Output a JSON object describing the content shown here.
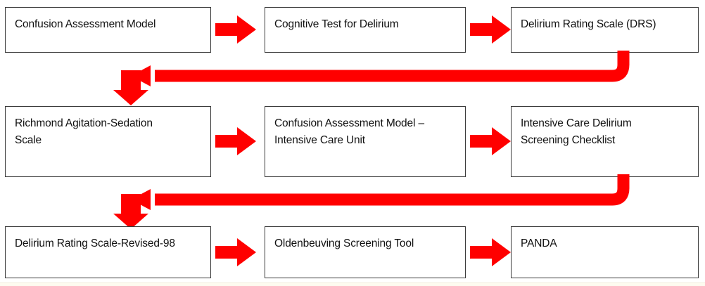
{
  "diagram": {
    "type": "flowchart",
    "title": "Delirium assessment instruments sequence",
    "accent_color": "#FF0000",
    "box_border_color": "#3A3A3A",
    "text_color": "#111111",
    "background_color": "#FFFFFF",
    "rows": 3,
    "columns": 3,
    "flow_order": "left-to-right, wrapping down at the end of each row",
    "nodes": [
      {
        "id": "n1",
        "row": 1,
        "col": 1,
        "label": "Confusion Assessment Model"
      },
      {
        "id": "n2",
        "row": 1,
        "col": 2,
        "label": "Cognitive Test for Delirium"
      },
      {
        "id": "n3",
        "row": 1,
        "col": 3,
        "label": "Delirium Rating Scale (DRS)"
      },
      {
        "id": "n4",
        "row": 2,
        "col": 1,
        "label": "Richmond Agitation-Sedation\nScale"
      },
      {
        "id": "n5",
        "row": 2,
        "col": 2,
        "label": "Confusion Assessment Model –\nIntensive Care Unit"
      },
      {
        "id": "n6",
        "row": 2,
        "col": 3,
        "label": "Intensive Care Delirium\nScreening Checklist"
      },
      {
        "id": "n7",
        "row": 3,
        "col": 1,
        "label": "Delirium Rating Scale-Revised-98"
      },
      {
        "id": "n8",
        "row": 3,
        "col": 2,
        "label": "Oldenbeuving Screening Tool"
      },
      {
        "id": "n9",
        "row": 3,
        "col": 3,
        "label": "PANDA"
      }
    ],
    "connectors": [
      {
        "id": "a1",
        "from": "n1",
        "to": "n2",
        "kind": "straight-arrow-right"
      },
      {
        "id": "a2",
        "from": "n2",
        "to": "n3",
        "kind": "straight-arrow-right"
      },
      {
        "id": "a3",
        "from": "n3",
        "to": "n4",
        "kind": "elbow-wrap-down-left"
      },
      {
        "id": "a4",
        "from": "n4",
        "to": "n5",
        "kind": "straight-arrow-right"
      },
      {
        "id": "a5",
        "from": "n5",
        "to": "n6",
        "kind": "straight-arrow-right"
      },
      {
        "id": "a6",
        "from": "n6",
        "to": "n7",
        "kind": "elbow-wrap-down-left"
      },
      {
        "id": "a7",
        "from": "n7",
        "to": "n8",
        "kind": "straight-arrow-right"
      },
      {
        "id": "a8",
        "from": "n8",
        "to": "n9",
        "kind": "straight-arrow-right"
      }
    ]
  }
}
